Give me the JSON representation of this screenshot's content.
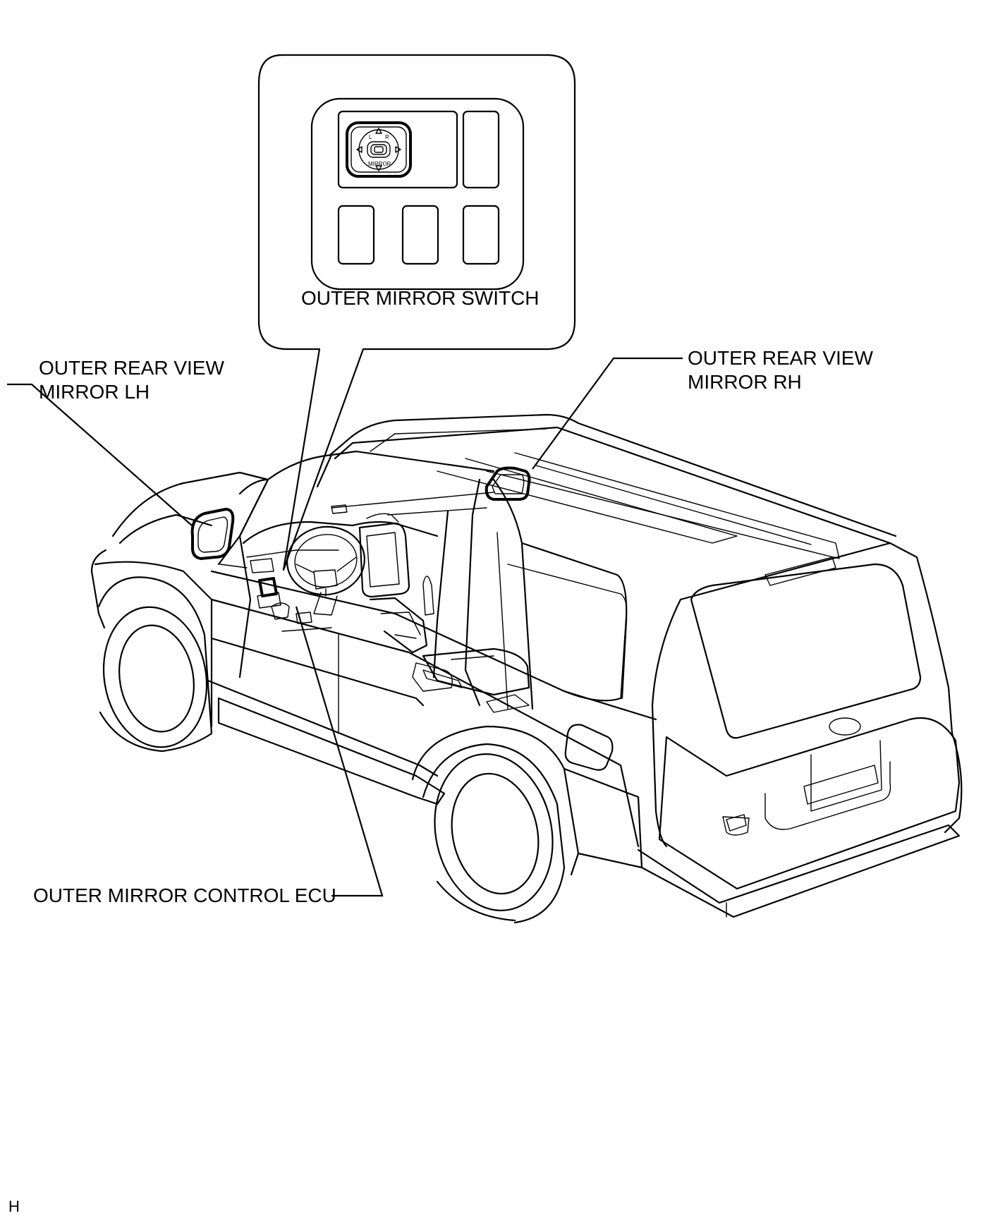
{
  "labels": {
    "switch": "OUTER MIRROR SWITCH",
    "lh_line1": "OUTER REAR VIEW",
    "lh_line2": "MIRROR LH",
    "rh_line1": "OUTER REAR VIEW",
    "rh_line2": "MIRROR RH",
    "ecu": "OUTER MIRROR CONTROL ECU",
    "corner": "H"
  },
  "switch_knob": {
    "text": "MIRROR",
    "left": "L",
    "right": "R"
  }
}
